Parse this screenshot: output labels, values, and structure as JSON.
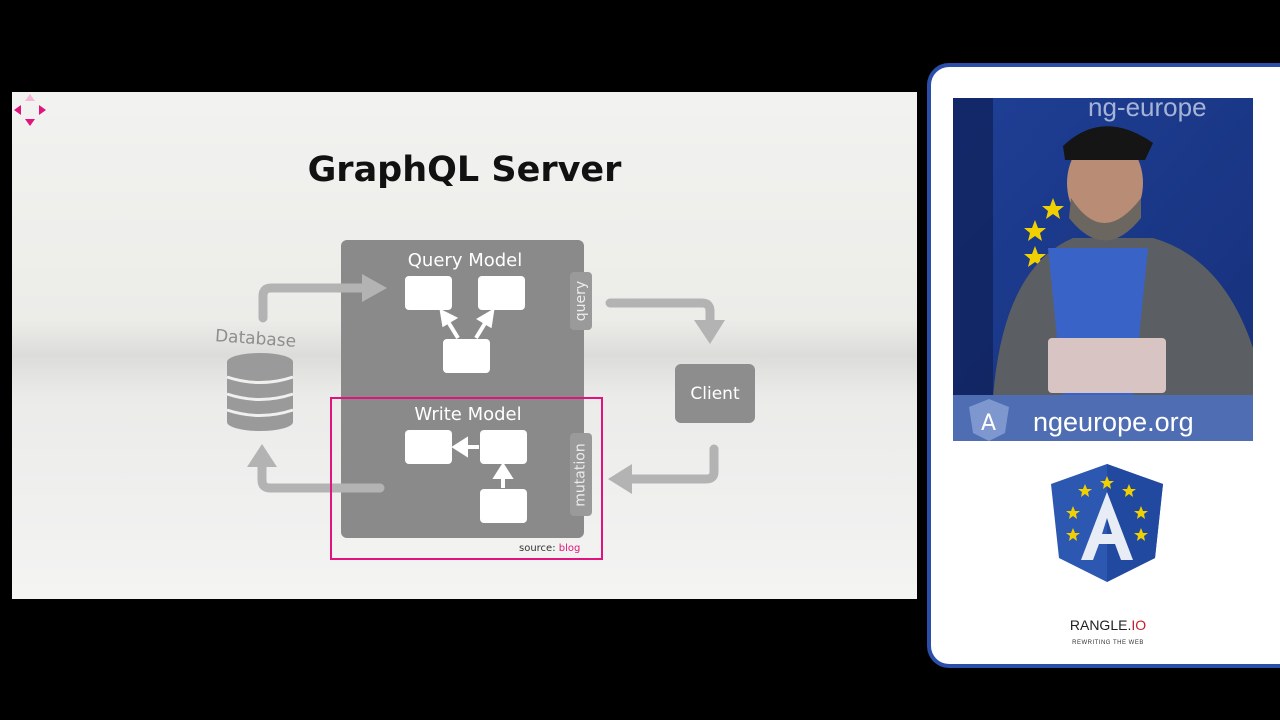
{
  "slide": {
    "title": "GraphQL Server",
    "diagram": {
      "query_model_label": "Query Model",
      "write_model_label": "Write Model",
      "query_side_label": "query",
      "mutation_side_label": "mutation",
      "client_label": "Client",
      "database_label": "Database"
    },
    "source": {
      "prefix": "source:",
      "link_text": "blog"
    },
    "nav_icon": "four-way-arrows-icon"
  },
  "side_panel": {
    "video_banner_text": "ngeurope.org",
    "video_top_text": "ng-europe",
    "logo_icon": "angular-eu-shield-icon",
    "sponsor": {
      "name_main": "RANGLE.",
      "name_suffix": "IO",
      "tagline": "REWRITING THE WEB"
    }
  },
  "colors": {
    "highlight": "#e0147c",
    "panel_border": "#2b4fa8",
    "diagram_gray": "#8d8d8d"
  }
}
